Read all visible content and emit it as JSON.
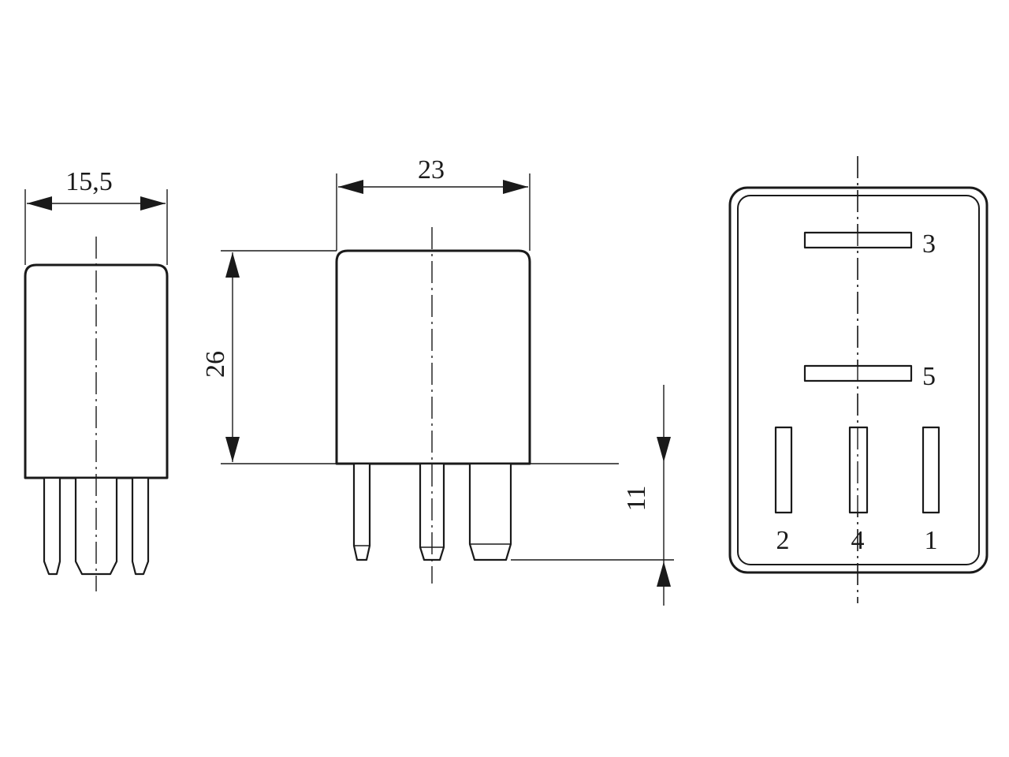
{
  "dimensions": {
    "width_side": "15,5",
    "width_front": "23",
    "height_body": "26",
    "pin_length": "11"
  },
  "pins": {
    "p3": "3",
    "p5": "5",
    "p2": "2",
    "p4": "4",
    "p1": "1"
  }
}
